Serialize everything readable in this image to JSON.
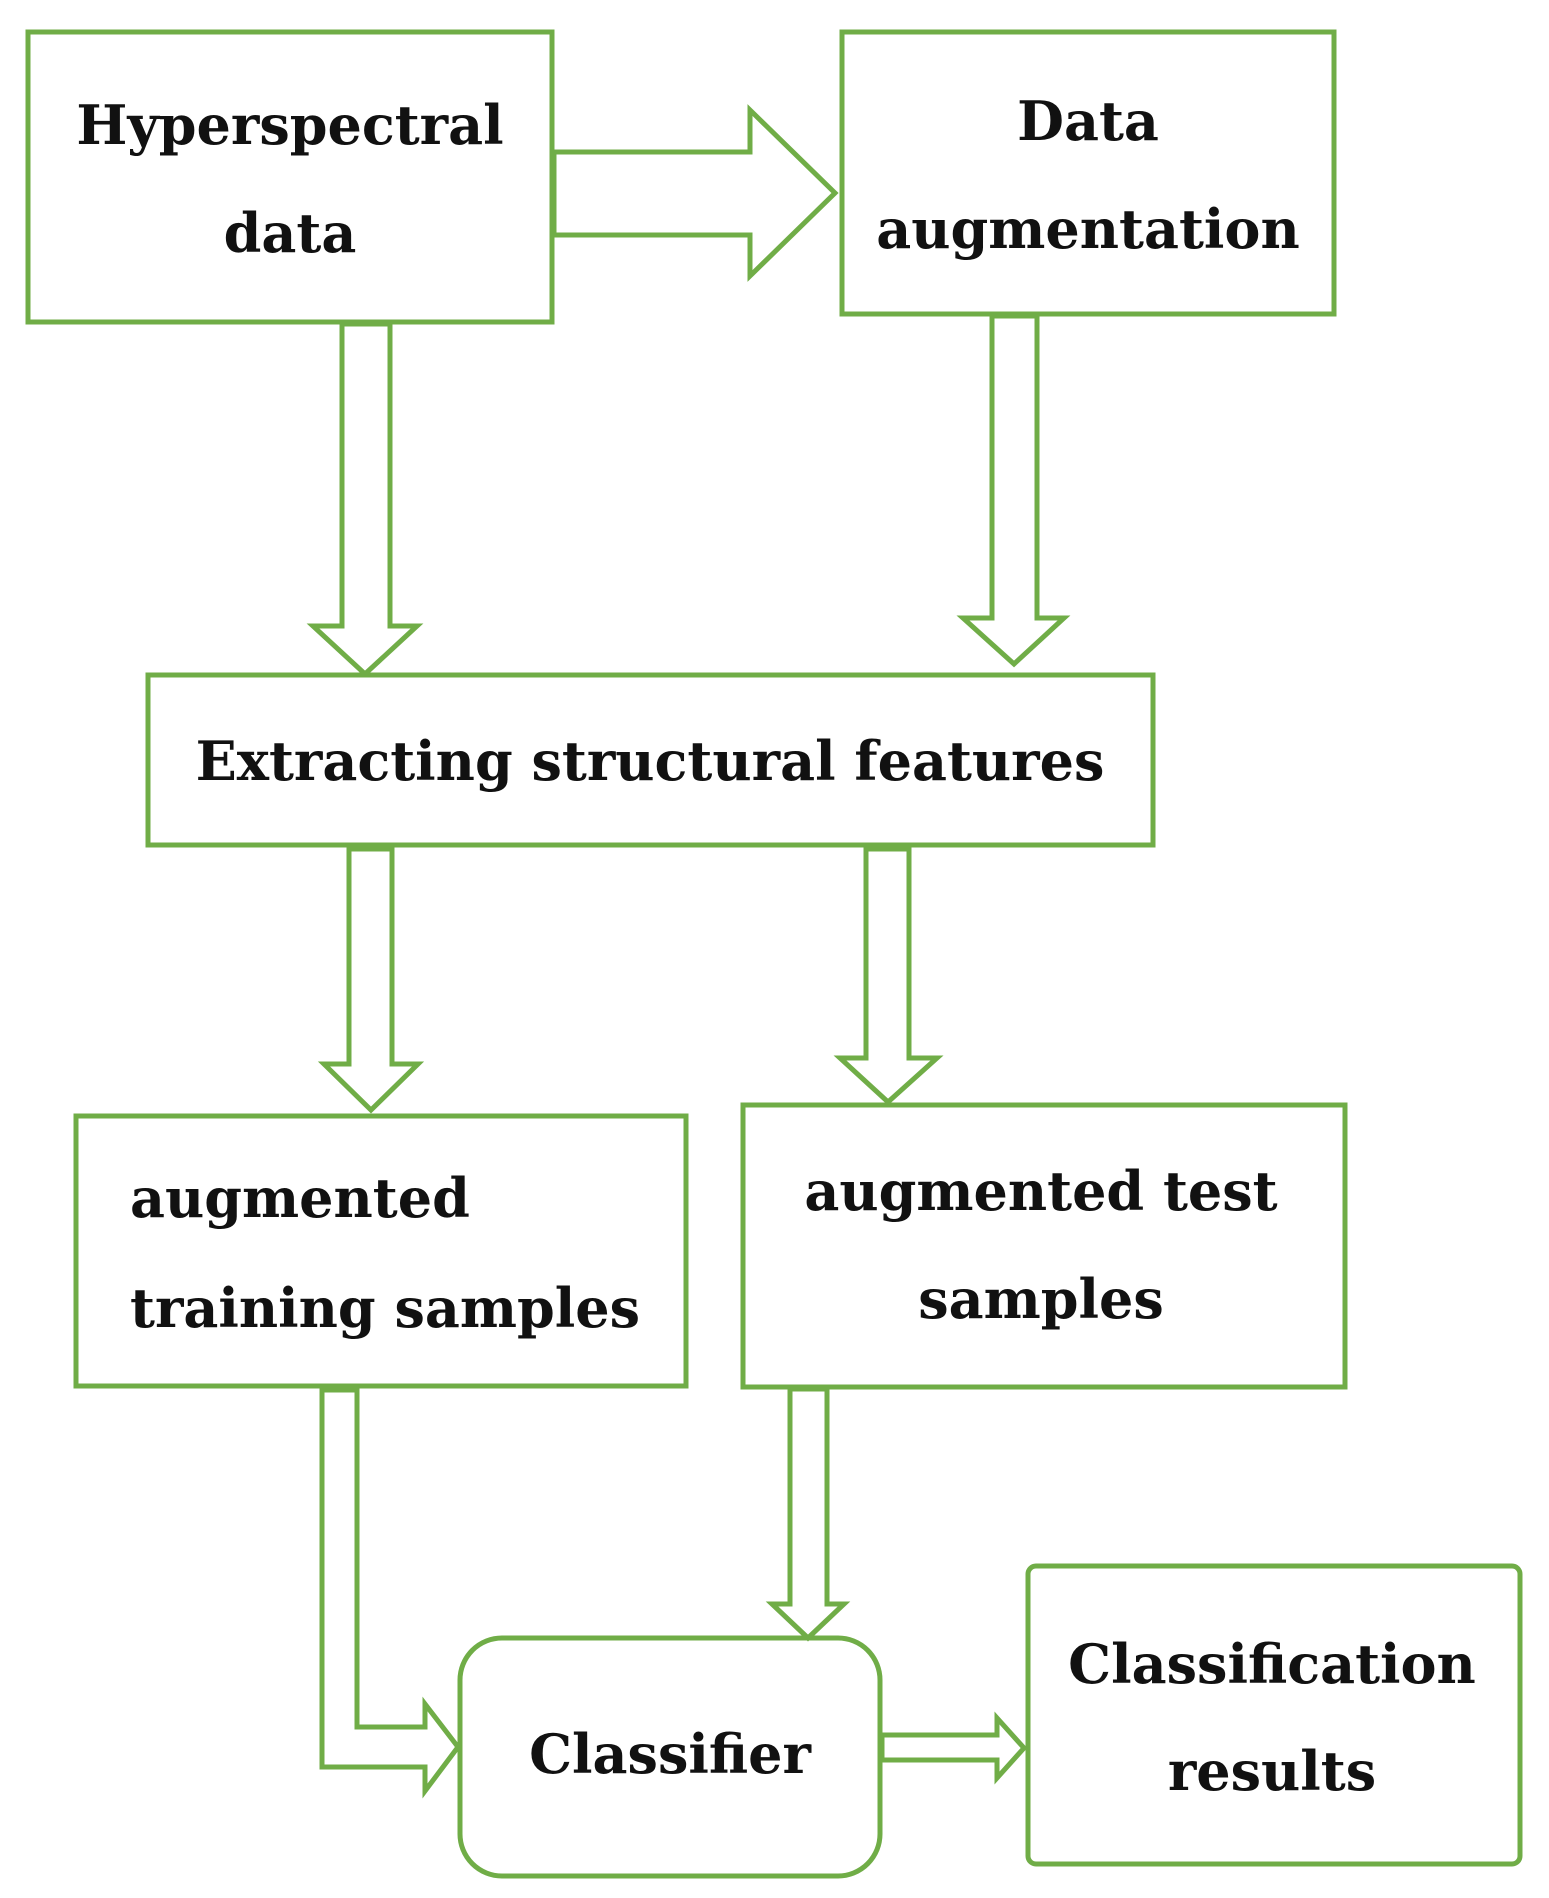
{
  "colors": {
    "stroke": "#70ad47",
    "text": "#111111",
    "background": "#ffffff"
  },
  "nodes": {
    "hyperspectral": {
      "line1": "Hyperspectral",
      "line2": "data"
    },
    "augmentation": {
      "line1": "Data",
      "line2": "augmentation"
    },
    "features": {
      "line1": "Extracting structural features"
    },
    "training": {
      "line1": "augmented",
      "line2": "training samples"
    },
    "test": {
      "line1": "augmented test",
      "line2": "samples"
    },
    "classifier": {
      "line1": "Classifier"
    },
    "results": {
      "line1": "Classification",
      "line2": "results"
    }
  }
}
